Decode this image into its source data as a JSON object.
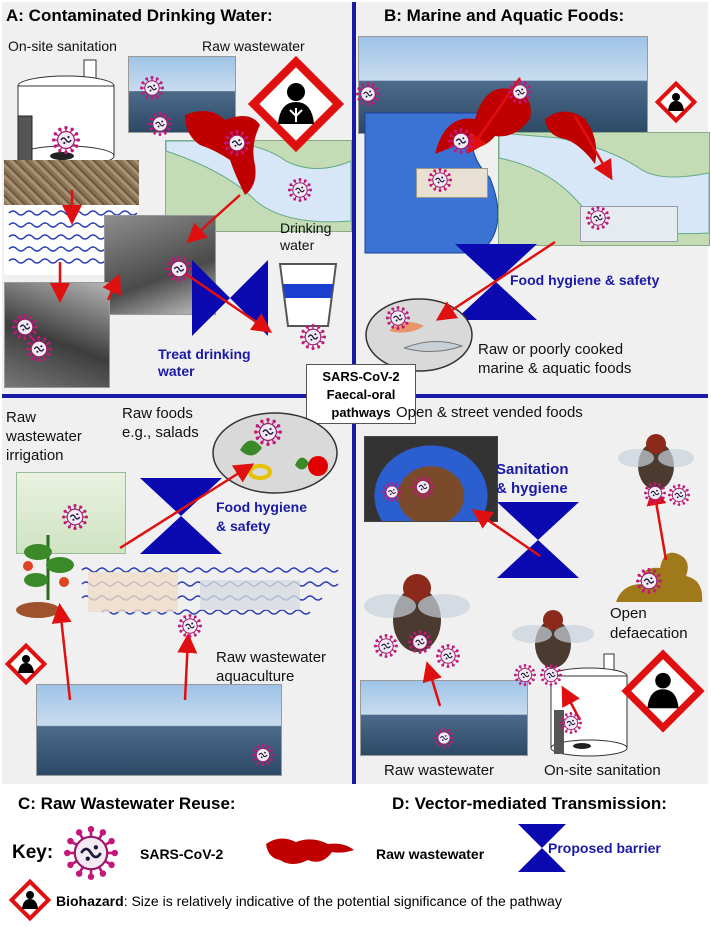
{
  "quadrants": {
    "a": {
      "title": "A: Contaminated Drinking Water:",
      "onsite": "On-site sanitation",
      "raw_ww": "Raw wastewater",
      "drinking": [
        "Drinking",
        "water"
      ],
      "barrier": [
        "Treat drinking",
        "water"
      ]
    },
    "b": {
      "title": "B: Marine and Aquatic Foods:",
      "barrier": "Food hygiene & safety",
      "raw_cooked": [
        "Raw or poorly  cooked",
        "marine & aquatic foods"
      ]
    },
    "c": {
      "title": "C: Raw Wastewater Reuse:",
      "irrigation": [
        "Raw",
        "wastewater",
        "irrigation"
      ],
      "raw_foods": [
        "Raw foods",
        "e.g., salads"
      ],
      "barrier": [
        "Food hygiene",
        "& safety"
      ],
      "aquaculture": [
        "Raw wastewater",
        "aquaculture"
      ]
    },
    "d": {
      "title": "D: Vector-mediated Transmission:",
      "street": "Open &  street vended foods",
      "barrier": [
        "Sanitation",
        "& hygiene"
      ],
      "defaecation": [
        "Open",
        "defaecation"
      ],
      "raw_ww": "Raw wastewater",
      "onsite": "On-site sanitation"
    }
  },
  "center": [
    "SARS-CoV-2",
    "Faecal-oral",
    "pathways"
  ],
  "key": {
    "label": "Key:",
    "virus": "SARS-CoV-2",
    "wastewater": "Raw wastewater",
    "barrier": "Proposed barrier",
    "biohazard_bold": "Biohazard",
    "biohazard_rest": ": Size is relatively indicative of the potential significance of the pathway"
  },
  "colors": {
    "arrow": "#e01010",
    "barrier": "#0a0ab0",
    "virus": "#c2187a",
    "wastewater": "#c00000",
    "divider": "#1a1aa6"
  }
}
